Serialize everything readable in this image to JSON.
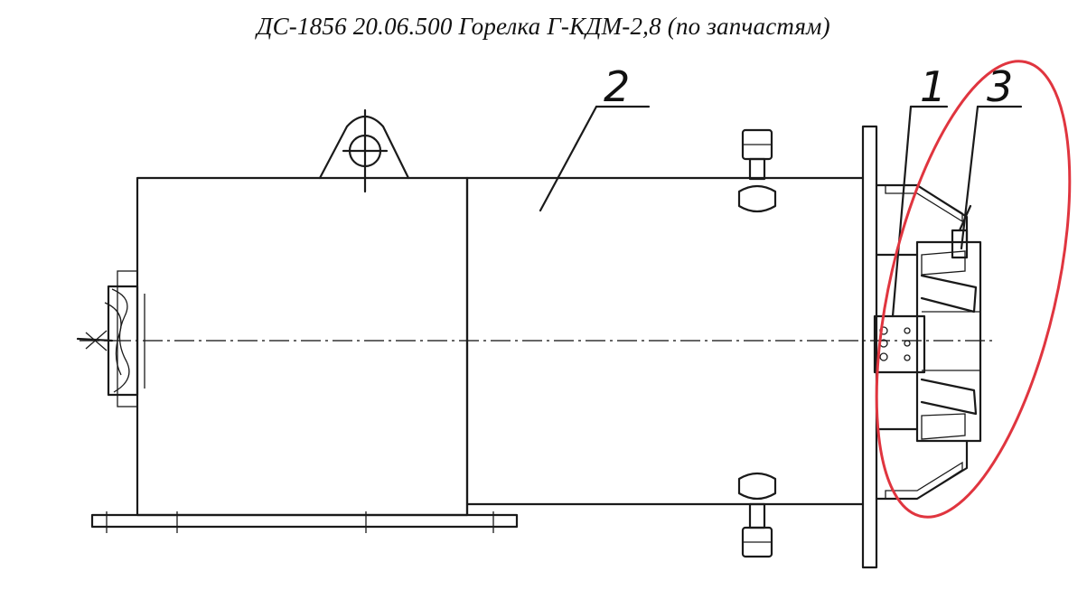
{
  "title": "ДС-1856 20.06.500 Горелка Г-КДМ-2,8 (по запчастям)",
  "callouts": {
    "c1": "1",
    "c2": "2",
    "c3": "3"
  },
  "colors": {
    "line": "#1a1a1a",
    "highlight": "#e0353f"
  }
}
